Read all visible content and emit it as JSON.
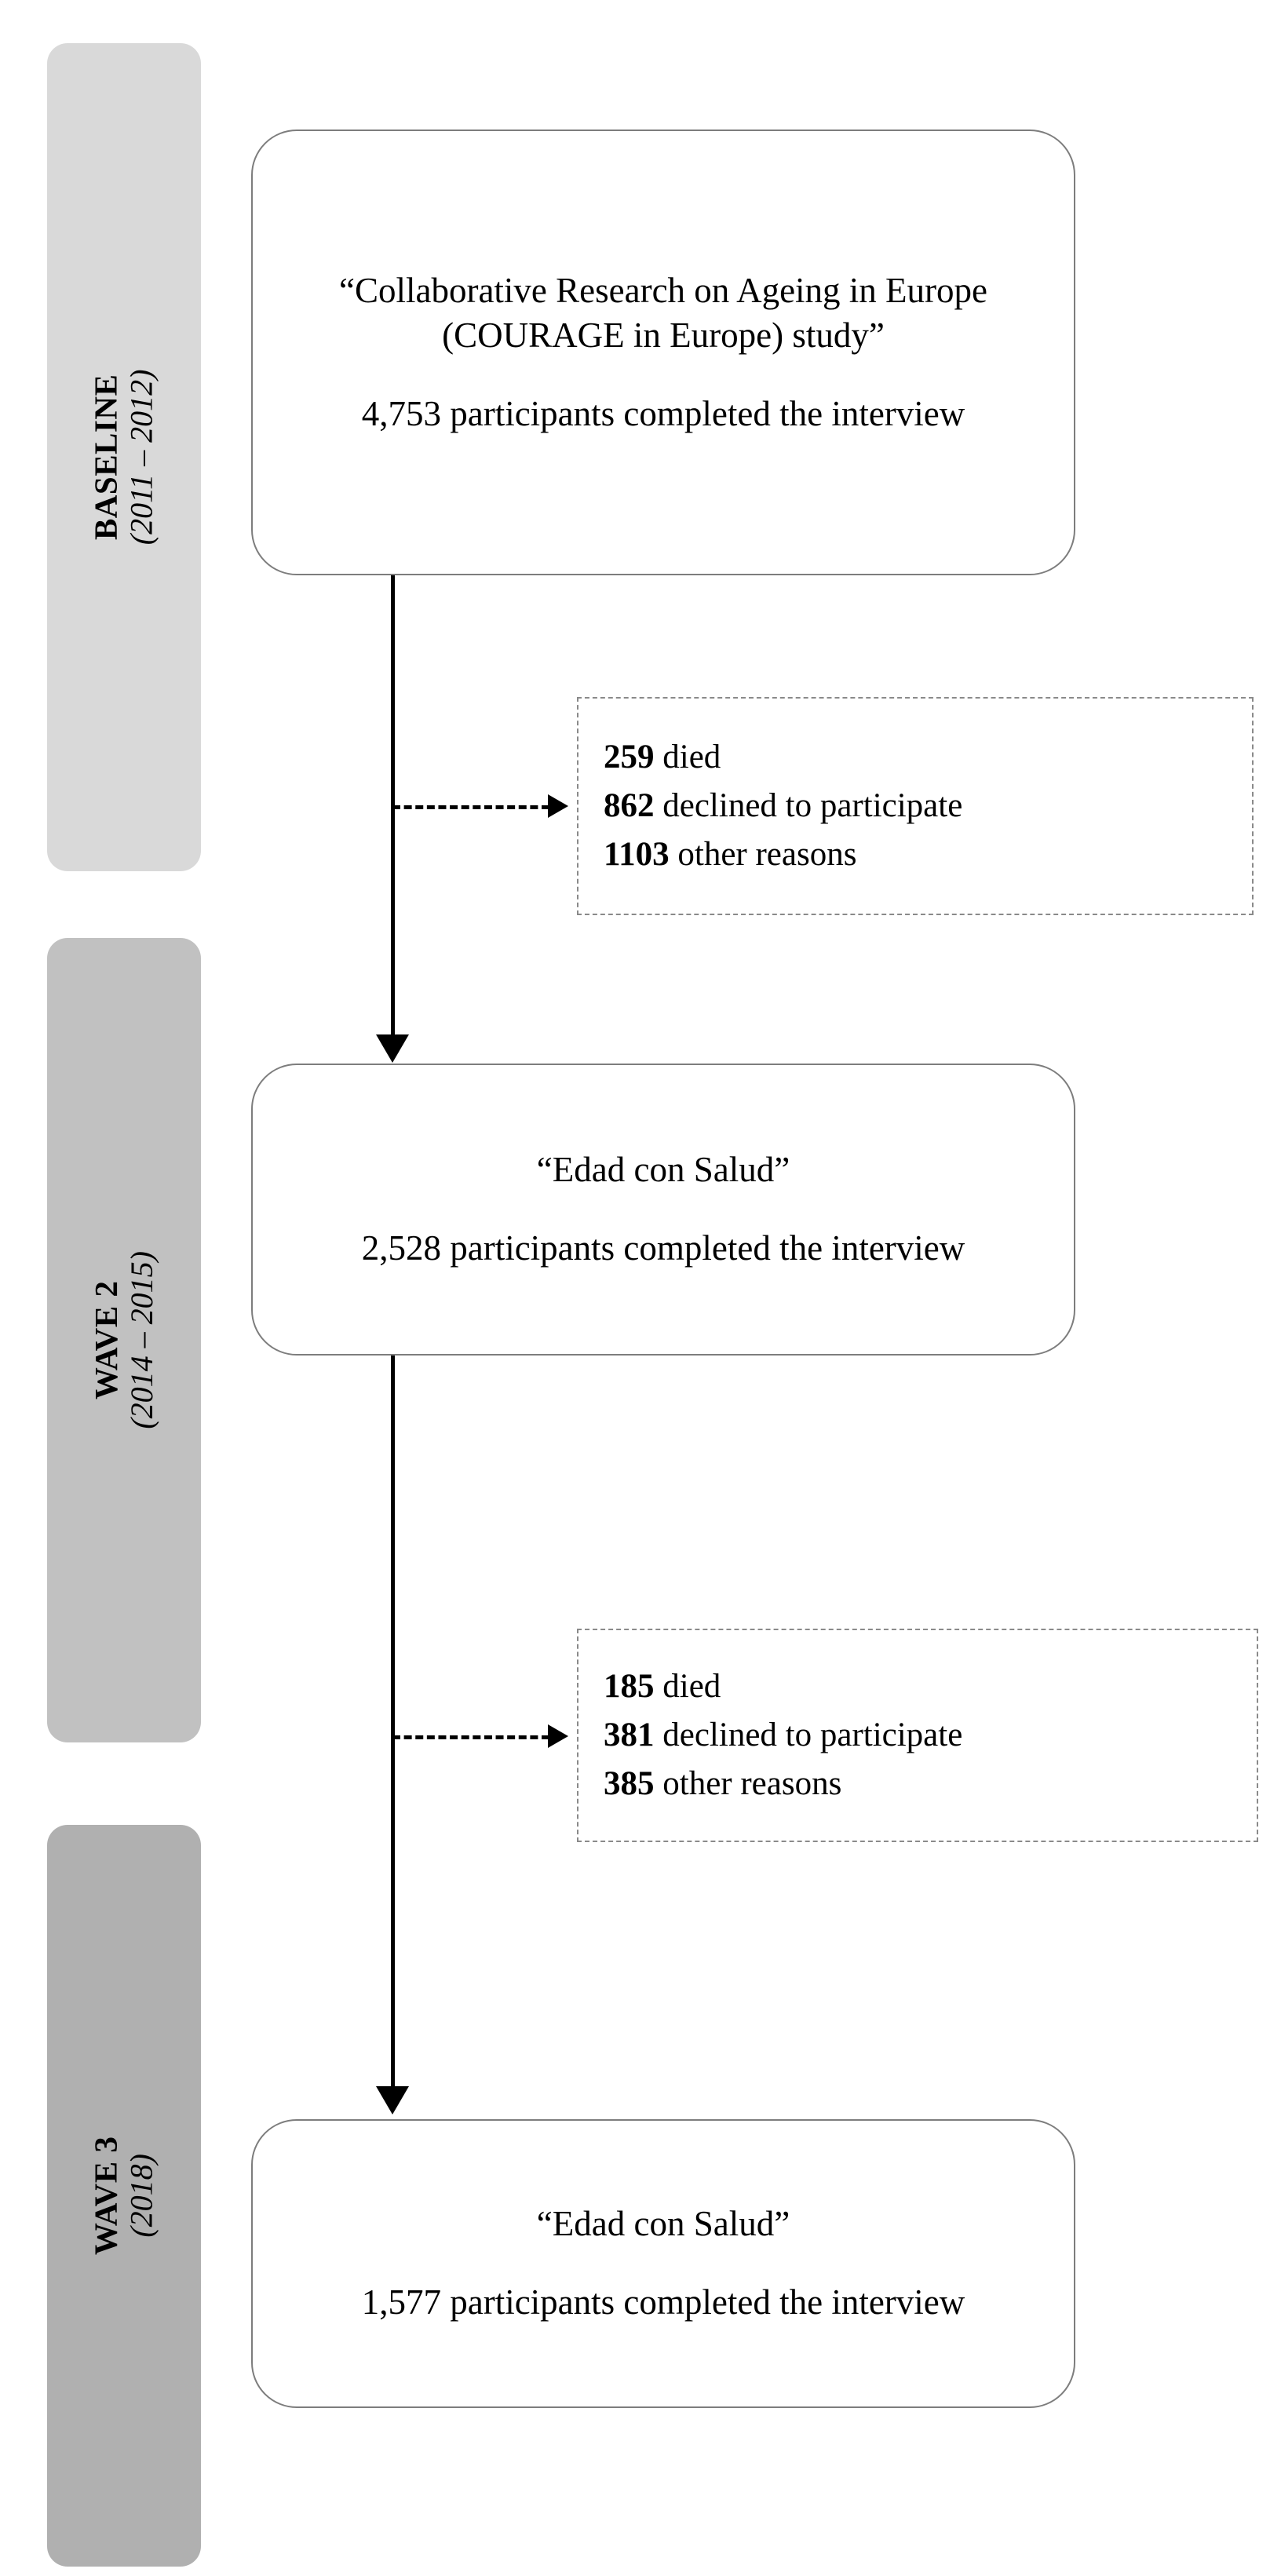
{
  "figure": {
    "type": "participant-flow-diagram",
    "colors": {
      "bar_baseline": "#d9d9d9",
      "bar_wave2": "#c1c1c1",
      "bar_wave3": "#b0b0b0",
      "box_border": "#7d7d7d",
      "dashed_border": "#8a8a8a",
      "arrow": "#000000"
    }
  },
  "phases": [
    {
      "name": "BASELINE",
      "years": "(2011 – 2012)"
    },
    {
      "name": "WAVE 2",
      "years": "(2014 – 2015)"
    },
    {
      "name": "WAVE 3",
      "years": "(2018)"
    }
  ],
  "nodes": [
    {
      "id": "baseline",
      "title": "“Collaborative Research on Ageing in Europe (COURAGE in Europe) study”",
      "count_text": "4,753 participants completed the interview",
      "count": 4753
    },
    {
      "id": "wave2",
      "title": "“Edad con Salud”",
      "count_text": "2,528  participants completed the interview",
      "count": 2528
    },
    {
      "id": "wave3",
      "title": "“Edad con Salud”",
      "count_text": "1,577  participants completed the interview",
      "count": 1577
    }
  ],
  "exclusions": [
    {
      "id": "excl-1",
      "lines": [
        {
          "value": "259",
          "reason": " died"
        },
        {
          "value": "862",
          "reason": "  declined to participate"
        },
        {
          "value": "1103",
          "reason": " other reasons"
        }
      ]
    },
    {
      "id": "excl-2",
      "lines": [
        {
          "value": "185",
          "reason": " died"
        },
        {
          "value": "381",
          "reason": "  declined to participate"
        },
        {
          "value": "385",
          "reason": " other reasons"
        }
      ]
    }
  ]
}
